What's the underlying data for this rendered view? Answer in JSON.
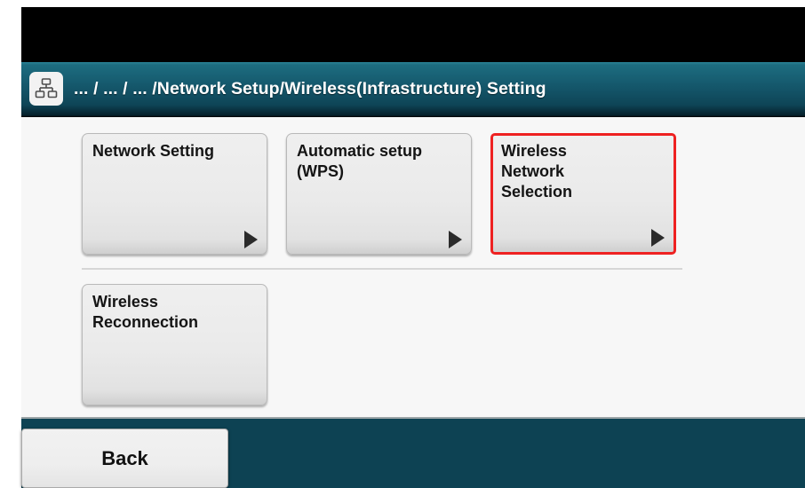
{
  "header": {
    "icon": "network-sitemap-icon",
    "breadcrumb": "... / ... / ... /Network Setup/Wireless(Infrastructure) Setting"
  },
  "colors": {
    "header_teal_top": "#1d6d80",
    "header_teal_bottom": "#0e4557",
    "footer_teal": "#0d4253",
    "selection_red": "#ee2121",
    "content_bg": "#f7f7f7",
    "tile_bg": "#eaeaea"
  },
  "menu": {
    "tiles": [
      {
        "label": "Network Setting",
        "arrow": "chevron-right-arrow",
        "has_arrow": true,
        "selected": false
      },
      {
        "label": "Automatic setup\n(WPS)",
        "arrow": "chevron-right-arrow",
        "has_arrow": true,
        "selected": false
      },
      {
        "label": "Wireless\nNetwork\nSelection",
        "arrow": "chevron-right-arrow",
        "has_arrow": true,
        "selected": true
      },
      {
        "label": "Wireless\nReconnection",
        "arrow": "",
        "has_arrow": false,
        "selected": false
      }
    ]
  },
  "footer": {
    "back_label": "Back"
  }
}
